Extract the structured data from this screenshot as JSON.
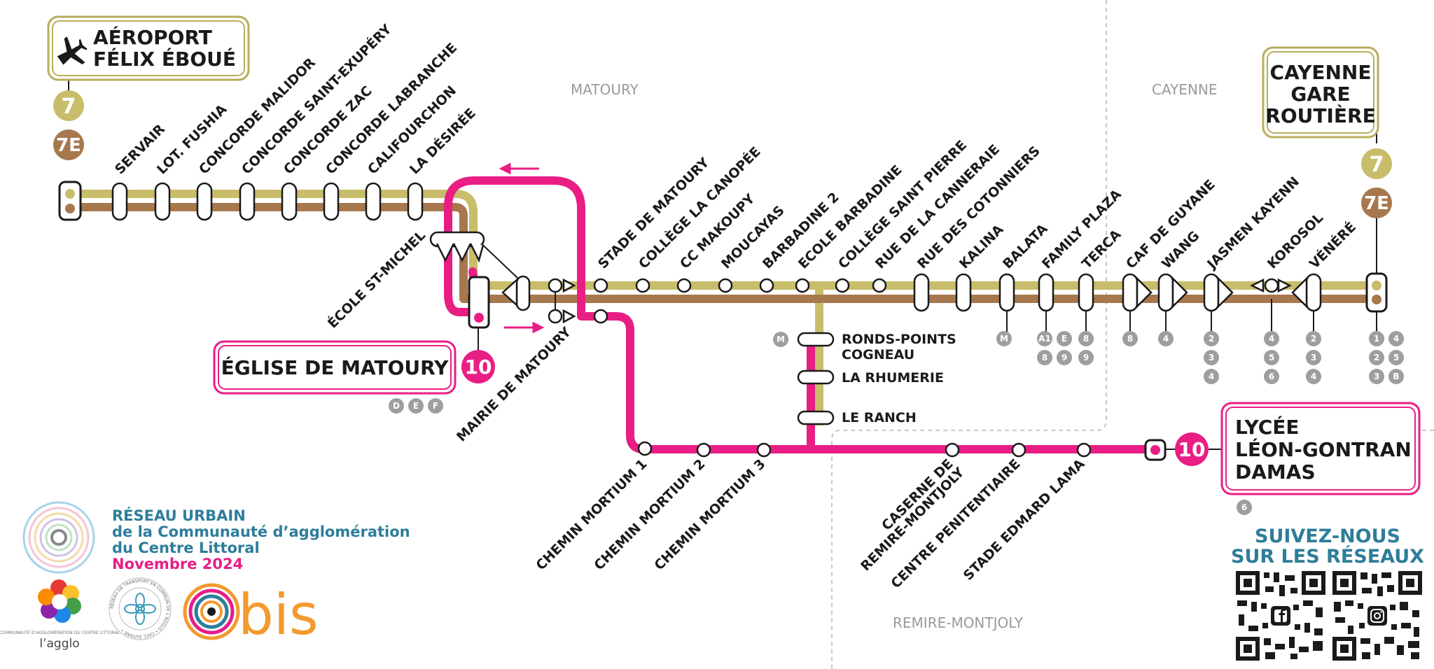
{
  "colors": {
    "line7": "#c8bd6a",
    "line7E": "#a7784e",
    "line10": "#e91e84",
    "correspondence": "#9e9e9e",
    "network_text": "#2e7d9a",
    "date_text": "#e61e87",
    "zone_text": "#9a9a9a"
  },
  "zones": {
    "matoury": "MATOURY",
    "cayenne": "CAYENNE",
    "remire": "REMIRE-MONTJOLY"
  },
  "terminals": {
    "airport": [
      "AÉROPORT",
      "FÉLIX ÉBOUÉ"
    ],
    "cayenne": [
      "CAYENNE",
      "GARE",
      "ROUTIÈRE"
    ],
    "eglise": "ÉGLISE DE MATOURY",
    "lycee": [
      "LYCÉE",
      "LÉON-GONTRAN",
      "DAMAS"
    ]
  },
  "lines": {
    "seven": "7",
    "seven_e": "7E",
    "ten": "10"
  },
  "stations": {
    "servair": "SERVAIR",
    "lot_fushia": "LOT. FUSHIA",
    "concorde_malidor": "CONCORDE MALIDOR",
    "concorde_st_exupery": "CONCORDE SAINT-EXUPÉRY",
    "concorde_zac": "CONCORDE ZAC",
    "concorde_labranche": "CONCORDE LABRANCHE",
    "califourchon": "CALIFOURCHON",
    "la_desiree": "LA DÉSIRÉE",
    "ecole_st_michel": "ÉCOLE ST-MICHEL",
    "mairie_matoury": "MAIRIE DE MATOURY",
    "stade_matoury": "STADE DE MATOURY",
    "college_canopee": "COLLÈGE LA CANOPÉE",
    "cc_makoupy": "CC MAKOUPY",
    "moucayas": "MOUCAYAS",
    "barbadine_2": "BARBADINE 2",
    "ecole_barbadine": "ECOLE BARBADINE",
    "college_st_pierre": "COLLÈGE SAINT PIERRE",
    "rue_canneraie": "RUE DE LA CANNERAIE",
    "rue_cotonniers": "RUE DES COTONNIERS",
    "kalina": "KALINA",
    "balata": "BALATA",
    "family_plaza": "FAMILY PLAZA",
    "terca": "TERCA",
    "caf_guyane": "CAF DE GUYANE",
    "wang": "WANG",
    "jasmen_kayenn": "JASMEN KAYENN",
    "korosol": "KOROSOL",
    "venere": "VÉNÉRÉ",
    "ronds_points": [
      "RONDS-POINTS",
      "COGNEAU"
    ],
    "la_rhumerie": "LA RHUMERIE",
    "le_ranch": "LE RANCH",
    "chemin_mortium_1": "CHEMIN MORTIUM 1",
    "chemin_mortium_2": "CHEMIN MORTIUM 2",
    "chemin_mortium_3": "CHEMIN MORTIUM 3",
    "caserne": [
      "CASERNE DE",
      "REMIRE-MONTJOLY"
    ],
    "centre_penitentiaire": "CENTRE PENITENTIAIRE",
    "stade_edmard_lama": "STADE EDMARD LAMA"
  },
  "correspondences": {
    "eglise": [
      "D",
      "E",
      "F"
    ],
    "ronds_points": [
      "M"
    ],
    "balata": [
      "M"
    ],
    "family_plaza": [
      "A1",
      "E",
      "8",
      "9"
    ],
    "terca": [
      "8",
      "9"
    ],
    "caf": [
      "8"
    ],
    "wang": [
      "4"
    ],
    "jasmen": [
      "2",
      "3",
      "4"
    ],
    "korosol": [
      "4",
      "5",
      "6"
    ],
    "venere": [
      "2",
      "3",
      "4"
    ],
    "cayenne": [
      "1",
      "4",
      "2",
      "5",
      "3",
      "B"
    ],
    "lycee": [
      "6"
    ]
  },
  "footer": {
    "network_line1": "RÉSEAU URBAIN",
    "network_line2": "de la Communauté d’agglomération",
    "network_line3": "du Centre Littoral",
    "date": "Novembre 2024",
    "agglo_small": "COMMUNAUTÉ D’AGGLOMÉRATION DU CENTRE LITTORAL",
    "agglo_name": "l’agglo",
    "seal_text": "RÉSEAU DE TRANSPORT EN COMMUN DE L’AGGLO • CACL GUYANE •",
    "brand": "bis",
    "follow_line1": "SUIVEZ-NOUS",
    "follow_line2": "SUR LES RÉSEAUX"
  },
  "icons": {
    "airport": "airplane-icon",
    "facebook": "facebook-icon",
    "instagram": "instagram-icon"
  }
}
